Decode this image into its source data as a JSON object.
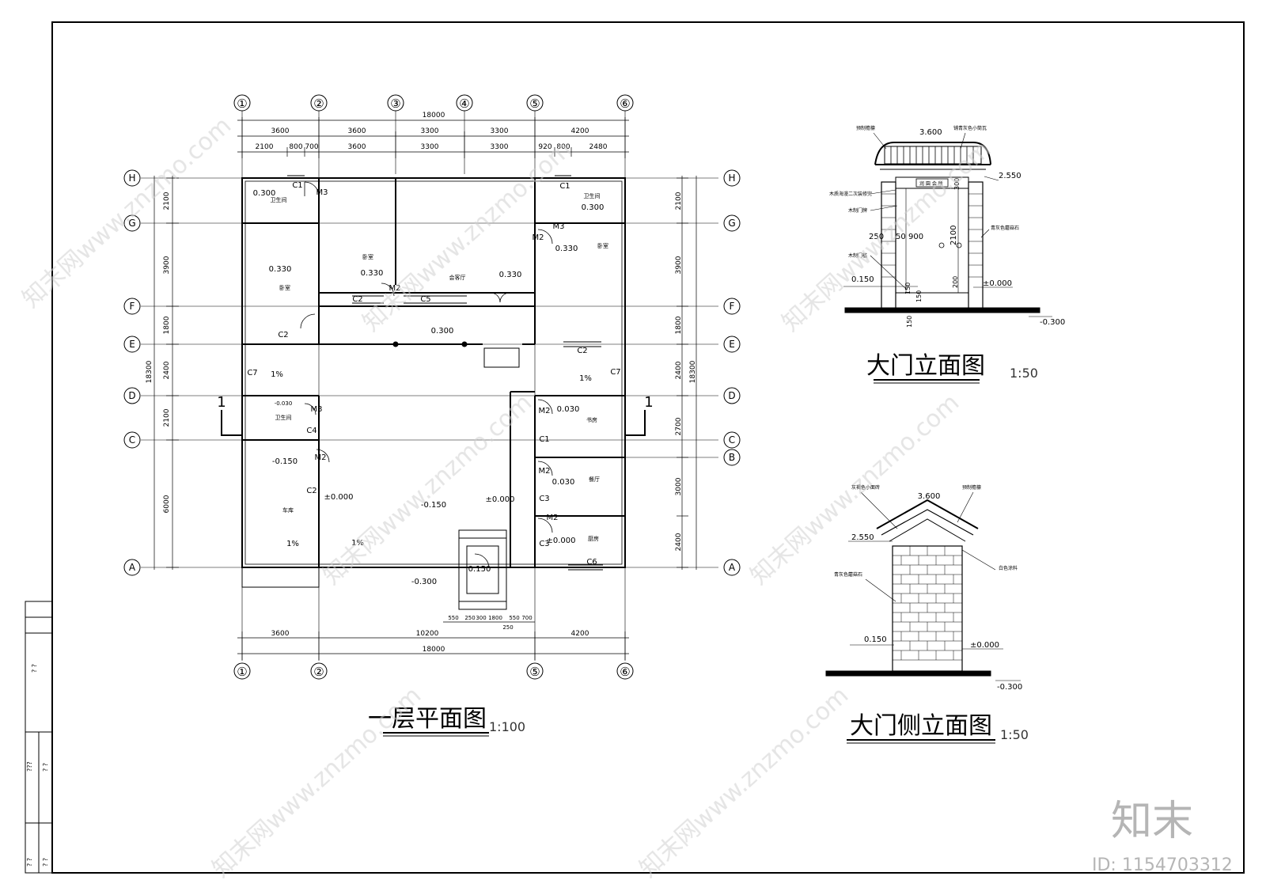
{
  "plan": {
    "grid_top": [
      "①",
      "②",
      "③",
      "④",
      "⑤",
      "⑥"
    ],
    "grid_bottom": [
      "①",
      "②",
      "⑤",
      "⑥"
    ],
    "grid_rows": [
      "H",
      "G",
      "F",
      "E",
      "D",
      "C",
      "B",
      "A"
    ],
    "top_total": "18000",
    "top_dims_row1": [
      "3600",
      "3600",
      "3300",
      "3300",
      "4200"
    ],
    "top_dims_row2": [
      "2100",
      "800",
      "700",
      "3600",
      "3300",
      "3300",
      "920",
      "800",
      "2480"
    ],
    "bottom_dims": [
      "3600",
      "10200",
      "4200"
    ],
    "bottom_total": "18000",
    "bottom_small": [
      "550",
      "250",
      "300",
      "1800",
      "550",
      "700",
      "250"
    ],
    "left_dims": [
      "2100",
      "3900",
      "1800",
      "2400",
      "2100",
      "6000"
    ],
    "right_dims": [
      "2100",
      "3900",
      "1800",
      "2400",
      "2700",
      "3000",
      "2400"
    ],
    "side_total": "18300",
    "rooms": [
      {
        "label": "卫生间",
        "level": "0.300"
      },
      {
        "label": "卧室",
        "level": "0.330"
      },
      {
        "label": "卧室",
        "level": "0.330"
      },
      {
        "label": "会客厅",
        "level": "0.330"
      },
      {
        "label": "卫生间",
        "level": "0.300"
      },
      {
        "label": "卧室",
        "level": "0.330"
      },
      {
        "label": "卫生间",
        "level": "-0.030"
      },
      {
        "label": "车库",
        "level": "-0.150"
      },
      {
        "label": "书房",
        "level": "0.030"
      },
      {
        "label": "餐厅",
        "level": "0.030"
      },
      {
        "label": "厨房",
        "level": "±0.000"
      }
    ],
    "levels_extra": [
      "0.300",
      "±0.000",
      "-0.150",
      "±0.000",
      "0.150",
      "-0.300"
    ],
    "doors": [
      "C1",
      "M3",
      "C1",
      "M3",
      "M2",
      "C2",
      "C5",
      "C2",
      "M2",
      "C7",
      "C7",
      "M3",
      "C4",
      "M2",
      "C2",
      "M2",
      "C1",
      "M2",
      "C3",
      "M2",
      "C3",
      "C6"
    ],
    "slopes": [
      "1%",
      "1%",
      "1%",
      "1%"
    ],
    "section_mark": "1",
    "title": "一层平面图",
    "scale": "1:100"
  },
  "gate_front": {
    "title": "大门立面图",
    "scale": "1:50",
    "width": "3.600",
    "heights": [
      "2.550",
      "0.150",
      "±0.000",
      "-0.300"
    ],
    "dims": [
      "250",
      "50",
      "900",
      "2100",
      "300",
      "200",
      "150",
      "150",
      "150"
    ],
    "notes": [
      "预制檐檩",
      "铺青灰色小筒瓦",
      "木质海漫二次装修完",
      "木制门牌",
      "木制门槛",
      "青灰色蘑菇石"
    ],
    "plaque": "润 園 会 所"
  },
  "gate_side": {
    "title": "大门侧立面图",
    "scale": "1:50",
    "width": "3.600",
    "heights": [
      "2.550",
      "0.150",
      "±0.000",
      "-0.300"
    ],
    "notes": [
      "灰褐色小面砖",
      "预制檐檩",
      "白色涂料",
      "青灰色蘑菇石"
    ]
  },
  "titleblock": [
    "? ?",
    "???",
    "? ?",
    "? ?",
    "? ?"
  ],
  "watermark": {
    "site": "知末网www.znzmo.com",
    "logo": "知末",
    "id": "ID: 1154703312"
  }
}
